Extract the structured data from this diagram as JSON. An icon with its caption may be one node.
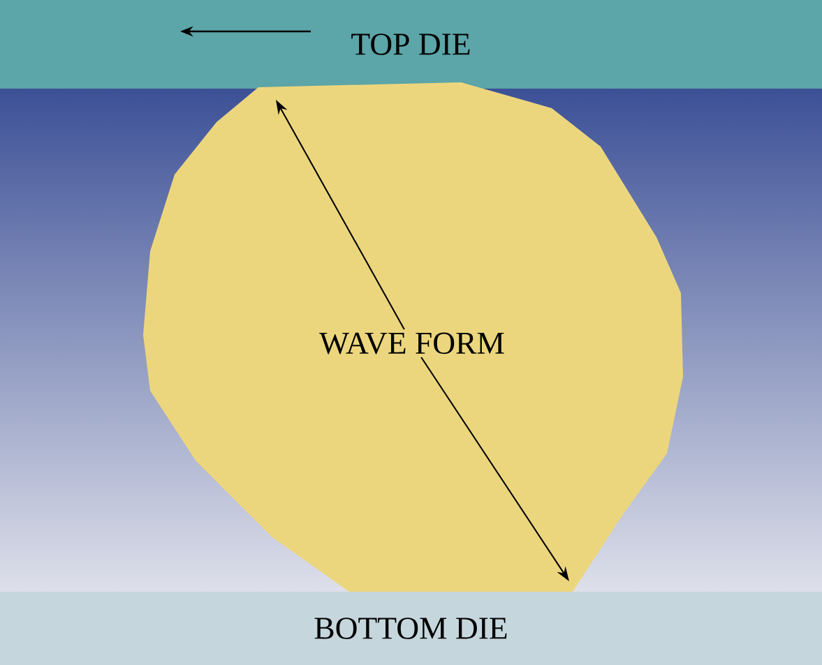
{
  "diagram": {
    "nodes": [
      {
        "text": [
          "TOP DIE"
        ]
      },
      {
        "text": [
          "WAVE FORM"
        ]
      },
      {
        "text": [
          "BOTTOM DIE"
        ]
      }
    ],
    "edges": [
      {
        "from": 1,
        "to": null,
        "arrow": "to"
      },
      {
        "from": 1,
        "to": null,
        "arrow": "to"
      }
    ]
  }
}
